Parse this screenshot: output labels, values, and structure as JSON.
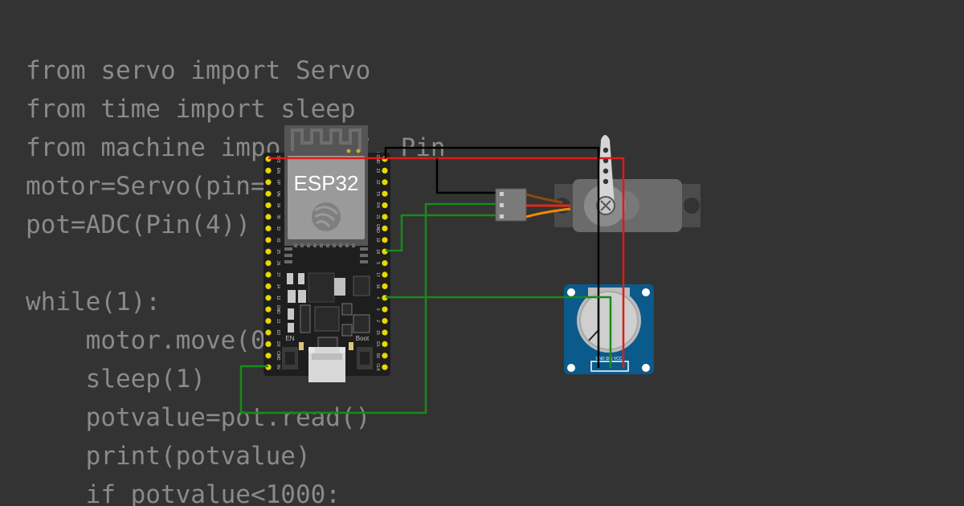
{
  "code": {
    "lines": [
      "from servo import Servo",
      "from time import sleep",
      "from machine import ADC, Pin",
      "motor=Servo(pin=15)",
      "pot=ADC(Pin(4))",
      "",
      "while(1):",
      "    motor.move(0)",
      "    sleep(1)",
      "    potvalue=pot.read()",
      "    print(potvalue)",
      "    if potvalue<1000:"
    ]
  },
  "board": {
    "module_label": "ESP32",
    "en_label": "EN",
    "boot_label": "Boot",
    "left_pins": [
      "3V3",
      "EN",
      "VP",
      "VN",
      "34",
      "35",
      "32",
      "33",
      "25",
      "26",
      "27",
      "14",
      "12",
      "GND",
      "13",
      "D2",
      "D3",
      "CMD",
      "5V"
    ],
    "right_pins": [
      "GND",
      "23",
      "22",
      "TX",
      "RX",
      "21",
      "GND",
      "19",
      "18",
      "5",
      "17",
      "16",
      "4",
      "0",
      "2",
      "15",
      "D1",
      "D0",
      "CLK"
    ]
  },
  "potentiometer": {
    "pin_labels": "GND SIG VCC"
  },
  "colors": {
    "background": "#333333",
    "code_text": "#8a8a8a",
    "wire_power": "#e01b1b",
    "wire_ground": "#000000",
    "wire_signal": "#1a8a1a",
    "board": "#1e1e1e",
    "pin": "#e8d800",
    "pot_board": "#0b5a8c"
  },
  "icons": {
    "servo_hub": "cross-circle-icon",
    "chip_logo": "espressif-logo-icon"
  }
}
